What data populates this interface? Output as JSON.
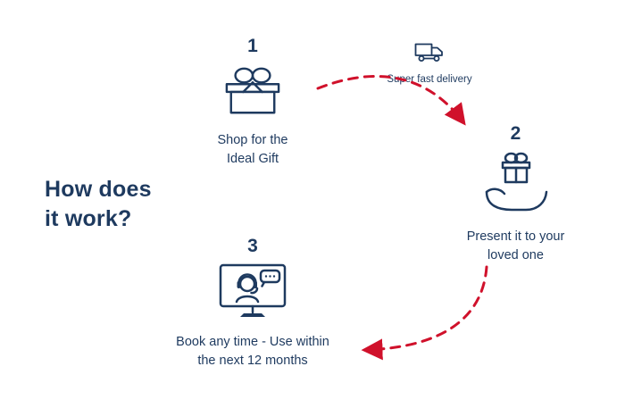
{
  "title": {
    "line1": "How does",
    "line2": "it work?"
  },
  "delivery": {
    "label": "Super fast delivery",
    "icon": "truck-icon"
  },
  "steps": [
    {
      "number": "1",
      "line1": "Shop for the",
      "line2": "Ideal Gift",
      "icon": "gift-box-icon"
    },
    {
      "number": "2",
      "line1": "Present it to your",
      "line2": "loved one",
      "icon": "hand-holding-gift-icon"
    },
    {
      "number": "3",
      "line1": "Book any time - Use within",
      "line2": "the next 12 months",
      "icon": "support-monitor-icon"
    }
  ],
  "arrows": [
    {
      "name": "arrow-step1-to-step2",
      "style": "dashed",
      "color": "#d0112b"
    },
    {
      "name": "arrow-step2-to-step3",
      "style": "dashed",
      "color": "#d0112b"
    }
  ],
  "colors": {
    "navy": "#1e3a5f",
    "red": "#d0112b",
    "background": "#ffffff"
  }
}
